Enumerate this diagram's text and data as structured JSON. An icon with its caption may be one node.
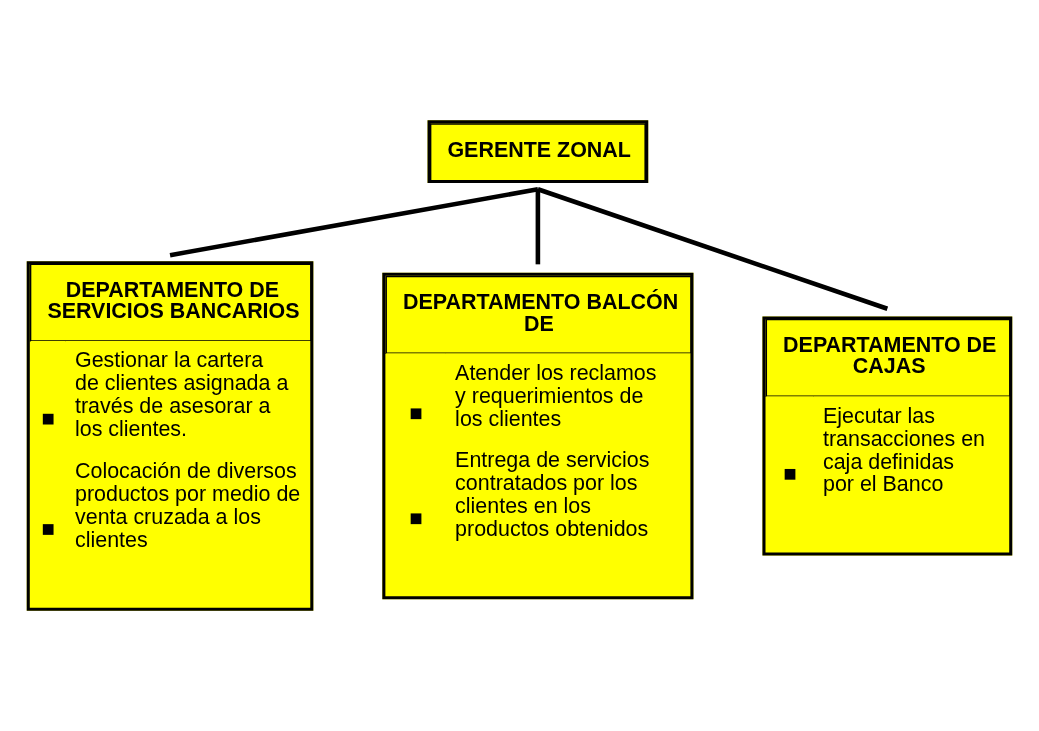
{
  "diagram": {
    "nodes": [
      {
        "text": [
          "GERENTE ZONAL"
        ]
      },
      {
        "text": [
          "DEPARTAMENTO DE SERVICIOS BANCARIOS",
          "Gestionar la cartera de clientes asignada a través de asesorar a los clientes.",
          "Colocación de diversos productos por medio de venta cruzada a los clientes"
        ]
      },
      {
        "text": [
          "DEPARTAMENTO BALCÓN DE",
          "Atender los reclamos y requerimientos de los clientes",
          "Entrega de servicios contratados por los clientes en los productos obtenidos"
        ]
      },
      {
        "text": [
          "DEPARTAMENTO DE CAJAS",
          "Ejecutar las transacciones en caja definidas por el Banco"
        ]
      }
    ],
    "edges": [
      {
        "from": 0,
        "to": 1,
        "arrow": "none"
      },
      {
        "from": 0,
        "to": 2,
        "arrow": "none"
      },
      {
        "from": 0,
        "to": 3,
        "arrow": "none"
      }
    ]
  }
}
